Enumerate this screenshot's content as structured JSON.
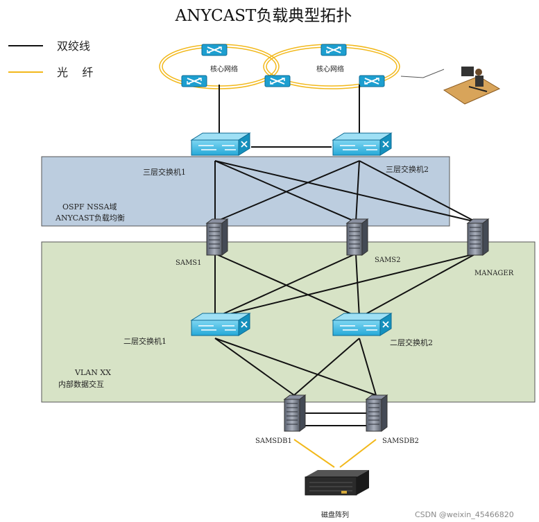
{
  "title": "ANYCAST负载典型拓扑",
  "legend": [
    {
      "label": "双绞线",
      "color": "#111111"
    },
    {
      "label": "光    纤",
      "color": "#f2b81a"
    }
  ],
  "core_network_label": "核心网络",
  "zones": {
    "ospf_line1": "OSPF NSSA域",
    "ospf_line2": "ANYCAST负载均衡",
    "vlan_line1": "VLAN XX",
    "vlan_line2": "内部数据交互"
  },
  "devices": {
    "l3_switch_1": "三层交换机1",
    "l3_switch_2": "三层交换机2",
    "sams1": "SAMS1",
    "sams2": "SAMS2",
    "manager": "MANAGER",
    "l2_switch_1": "二层交换机1",
    "l2_switch_2": "二层交换机2",
    "samsdb1": "SAMSDB1",
    "samsdb2": "SAMSDB2",
    "disk_array": "磁盘阵列"
  },
  "colors": {
    "ospf_zone": "#bccddf",
    "vlan_zone": "#d7e3c6",
    "fiber": "#f2b81a",
    "switch_blue": "#1aa9d6"
  },
  "watermark": "CSDN @weixin_45466820"
}
